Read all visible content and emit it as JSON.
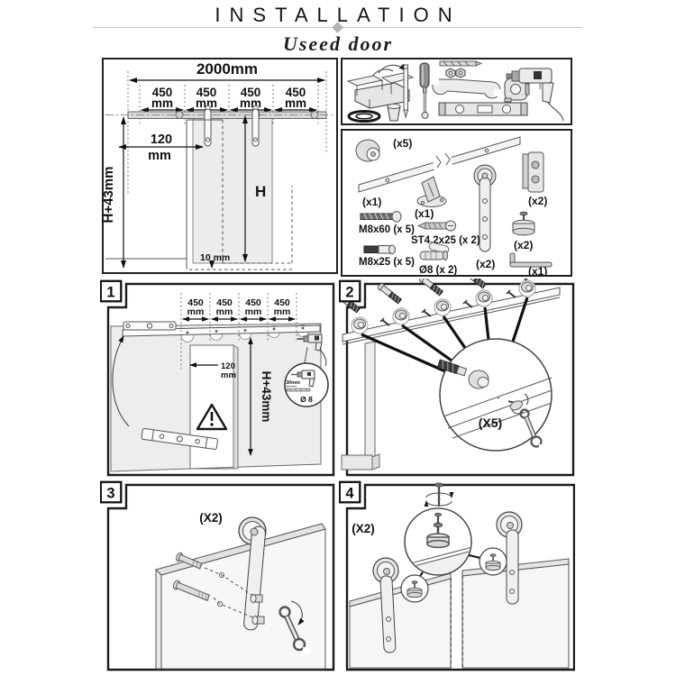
{
  "header": {
    "title": "INSTALLATION",
    "subtitle": "Useed door"
  },
  "overview": {
    "track_total": "2000mm",
    "segments": [
      "450",
      "450",
      "450",
      "450"
    ],
    "unit": "mm",
    "edge_offset": "120",
    "wall_height": "H+43mm",
    "door_height": "H",
    "floor_gap": "10 mm"
  },
  "parts": {
    "spacer_qty": "(x5)",
    "rail_qty": "(x1)",
    "guide_qty": "(x1)",
    "stop_qty": "(x2)",
    "hanger_qty": "(x2)",
    "disc_qty": "(x2)",
    "allen_qty": "(x1)",
    "bolt_long_label": "M8x60 (x 5)",
    "screw_label": "ST4.2x25 (x 2)",
    "bolt_short_label": "M8x25 (x 5)",
    "plug_label": "Ø8 (x 2)"
  },
  "steps": {
    "s1": {
      "num": "1",
      "segments": [
        "450",
        "450",
        "450",
        "450"
      ],
      "unit": "mm",
      "edge_offset": "120",
      "offset_unit": "mm",
      "wall_height": "H+43mm",
      "drill_depth": "30mm",
      "drill_dia": "Ø 8"
    },
    "s2": {
      "num": "2",
      "qty": "(X5)"
    },
    "s3": {
      "num": "3",
      "qty": "(X2)"
    },
    "s4": {
      "num": "4",
      "qty": "(X2)"
    }
  }
}
